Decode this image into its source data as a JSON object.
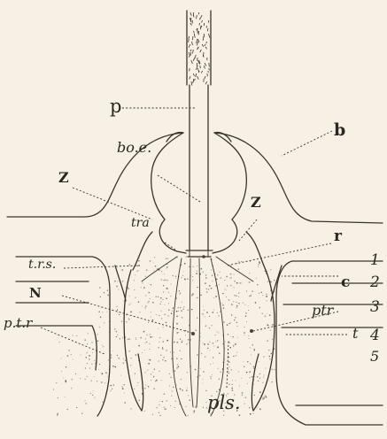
{
  "figure": {
    "labels": {
      "p": "p",
      "b": "b",
      "boe": "bo.e.",
      "z_left": "Z",
      "z_right": "Z",
      "tra": "tra",
      "r": "r",
      "trs": "t.r.s.",
      "c": "c",
      "N": "N",
      "ptr_right": "ptr",
      "ptr_left": "p.t.r",
      "t": "t",
      "pls": "pls.",
      "n1": "1",
      "n2": "2",
      "n3": "3",
      "n4": "4",
      "n5": "5"
    }
  }
}
